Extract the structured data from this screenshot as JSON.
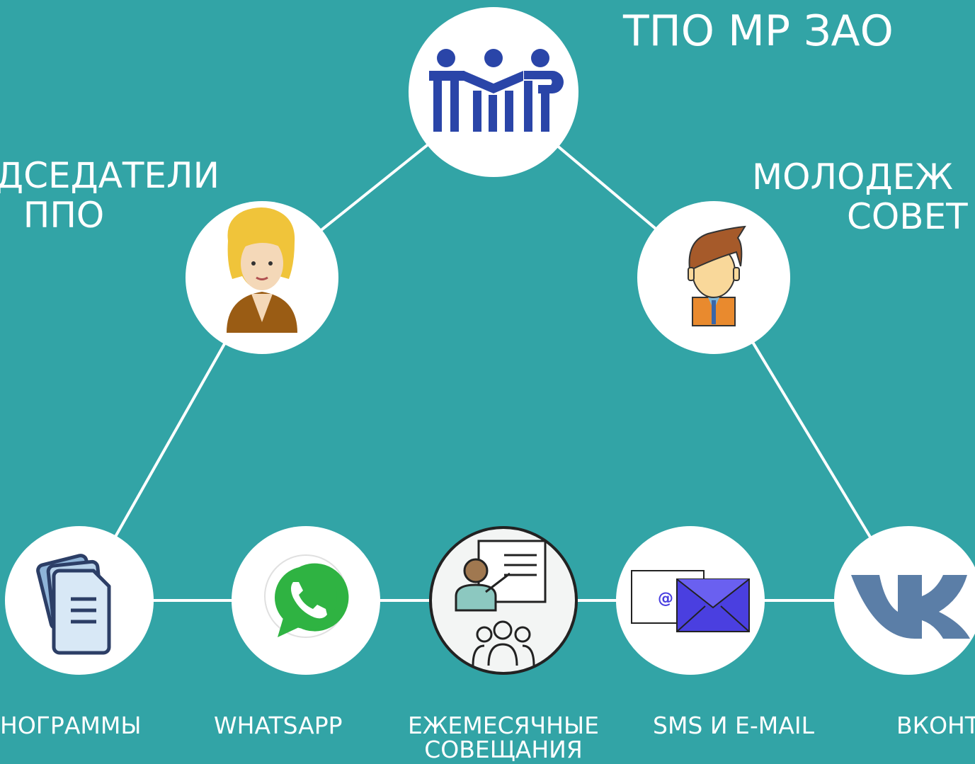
{
  "title": "ТПО МР ЗАО",
  "left_group": {
    "line1": "ДСЕДАТЕЛИ",
    "line2": "ППО"
  },
  "right_group": {
    "line1": "МОЛОДЕЖ",
    "line2": "СОВЕТ"
  },
  "channels": {
    "telegrams": "НОГРАММЫ",
    "whatsapp": "WHATSAPP",
    "meetings_line1": "ЕЖЕМЕСЯЧНЫЕ",
    "meetings_line2": "СОВЕЩАНИЯ",
    "sms_email": "SMS И E-MAIL",
    "vk": "ВКОНТ"
  },
  "colors": {
    "background": "#32a4a6",
    "lines": "#ffffff",
    "logo_blue": "#2a45a8",
    "whatsapp_green": "#2fb342",
    "vk_blue": "#5b7ea7",
    "envelope_blue": "#4a3fe0"
  },
  "icons": [
    "union-logo-icon",
    "woman-avatar-icon",
    "man-avatar-icon",
    "documents-icon",
    "whatsapp-icon",
    "meeting-icon",
    "email-icon",
    "vk-icon"
  ]
}
